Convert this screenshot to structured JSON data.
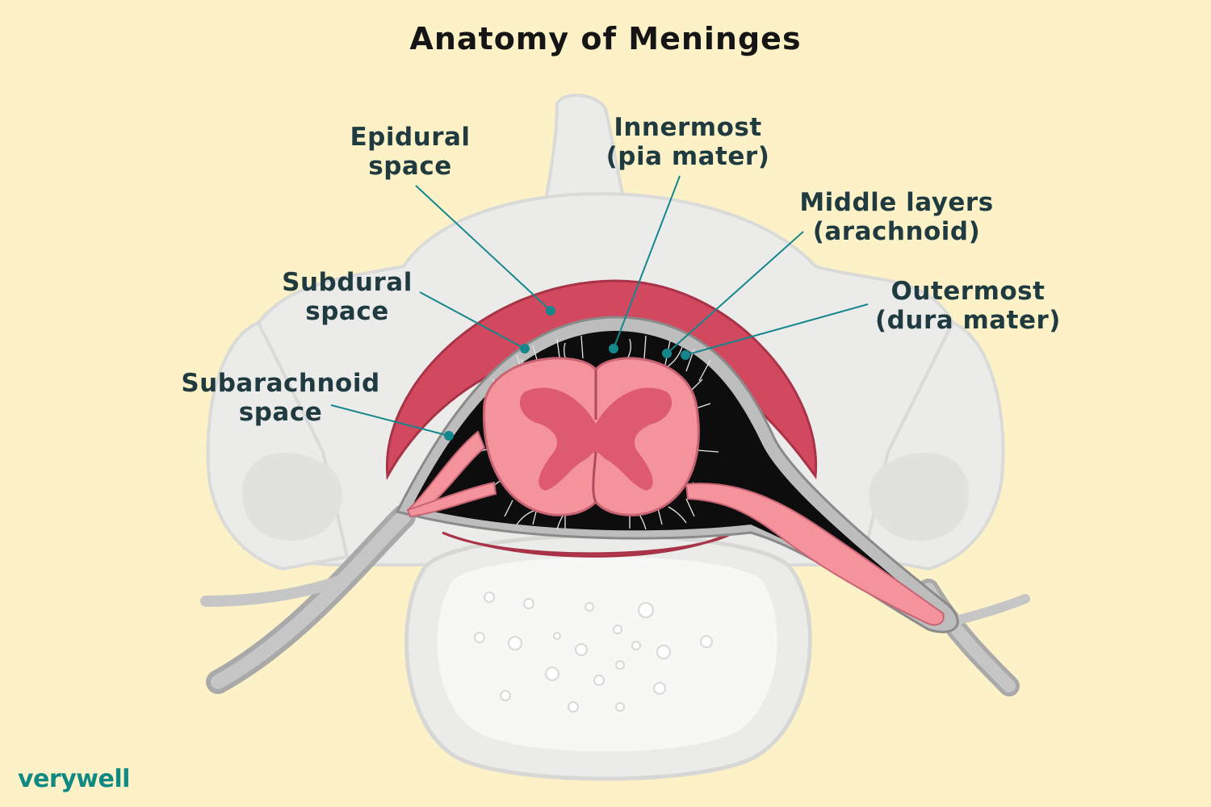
{
  "title": "Anatomy of Meninges",
  "labels": {
    "epidural": [
      "Epidural",
      "space"
    ],
    "innermost": [
      "Innermost",
      "(pia mater)"
    ],
    "middle": [
      "Middle layers",
      "(arachnoid)"
    ],
    "subdural": [
      "Subdural",
      "space"
    ],
    "outermost": [
      "Outermost",
      "(dura mater)"
    ],
    "subarachnoid": [
      "Subarachnoid",
      "space"
    ]
  },
  "brand": "verywell",
  "colors": {
    "background": "#fdf1c7",
    "leader": "#15868c",
    "dura": "#d2485e",
    "cord": "#f4939c",
    "grey_matter": "#de5a70",
    "bone": "#ebebea"
  }
}
